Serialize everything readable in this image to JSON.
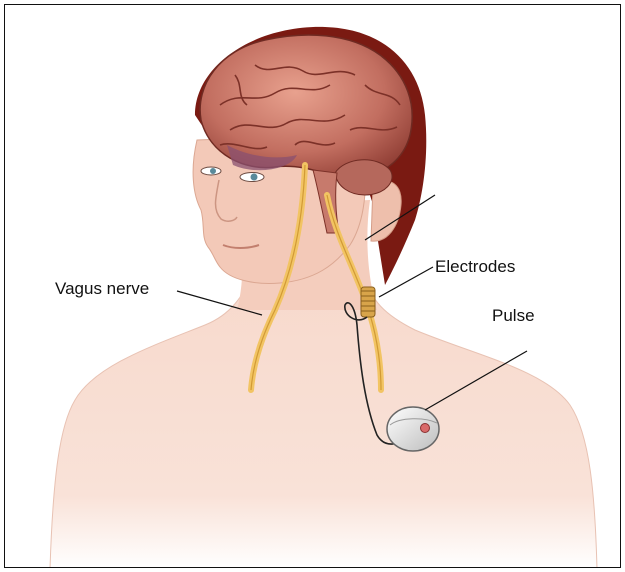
{
  "labels": {
    "vagus_nerve": "Vagus nerve",
    "electrodes": "Electrodes",
    "pulse": "Pulse"
  },
  "colors": {
    "skin": "#f6d4c6",
    "skin_shadow": "#e9b6a3",
    "hair": "#7a1a12",
    "brain": "#c9786a",
    "brain_dark": "#8f3d34",
    "nerve": "#f2c463",
    "border": "#111111"
  }
}
